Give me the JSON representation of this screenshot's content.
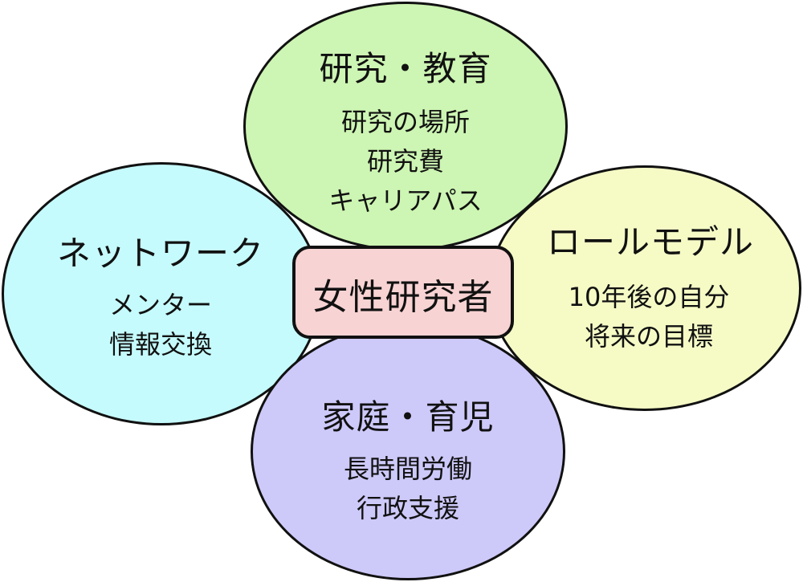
{
  "center": {
    "label": "女性研究者",
    "color": "#f8d3d3"
  },
  "top": {
    "title": "研究・教育",
    "items": [
      "研究の場所",
      "研究費",
      "キャリアパス"
    ],
    "color": "#cdf5b3"
  },
  "left": {
    "title": "ネットワーク",
    "items": [
      "メンター",
      "情報交換"
    ],
    "color": "#c6fbfd"
  },
  "right": {
    "title": "ロールモデル",
    "items": [
      "10年後の自分",
      "将来の目標"
    ],
    "color": "#f6fbc6"
  },
  "bottom": {
    "title": "家庭・育児",
    "items": [
      "長時間労働",
      "行政支援"
    ],
    "color": "#cdc9f9"
  }
}
